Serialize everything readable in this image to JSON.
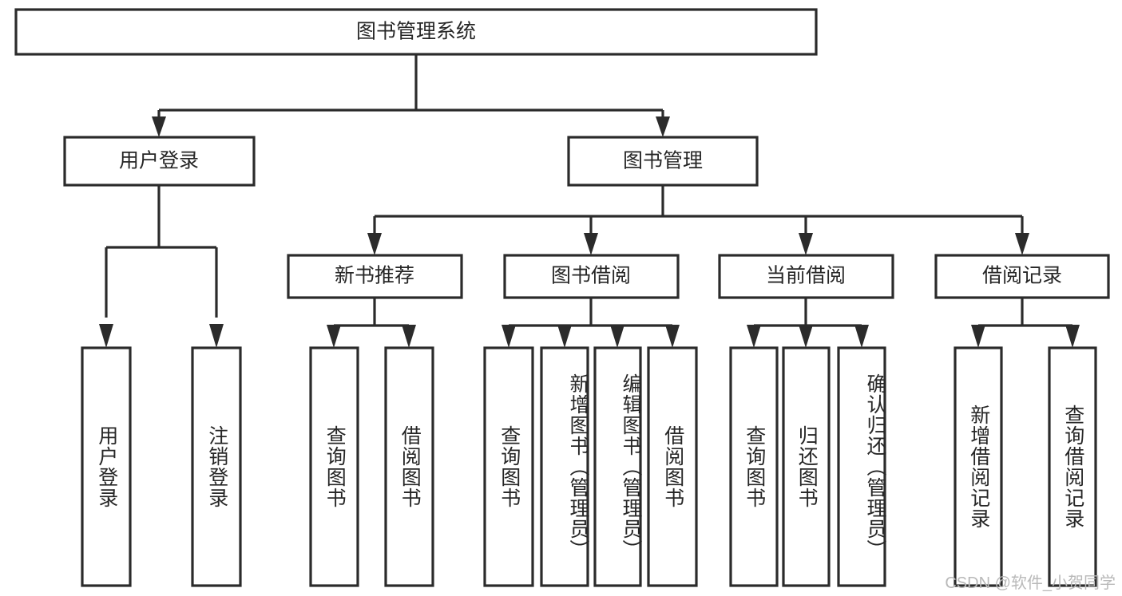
{
  "diagram": {
    "type": "tree",
    "title": "图书管理系统",
    "watermark": "CSDN @软件_小贺同学",
    "colors": {
      "stroke": "#2b2b2b",
      "box_fill": "#ffffff",
      "text": "#262626",
      "background": "#ffffff",
      "watermark": "#b9b9b9"
    },
    "levels": {
      "root": {
        "label": "图书管理系统"
      },
      "level1": [
        {
          "id": "user-login",
          "label": "用户登录"
        },
        {
          "id": "book-manage",
          "label": "图书管理"
        }
      ],
      "level2": [
        {
          "id": "new-book-rec",
          "label": "新书推荐",
          "parent": "book-manage"
        },
        {
          "id": "book-borrow",
          "label": "图书借阅",
          "parent": "book-manage"
        },
        {
          "id": "current-borrow",
          "label": "当前借阅",
          "parent": "book-manage"
        },
        {
          "id": "borrow-record",
          "label": "借阅记录",
          "parent": "book-manage"
        }
      ],
      "leaves": [
        {
          "id": "leaf-user-login",
          "label": "用户登录",
          "parent": "user-login"
        },
        {
          "id": "leaf-logout",
          "label": "注销登录",
          "parent": "user-login"
        },
        {
          "id": "leaf-query-book-1",
          "label": "查询图书",
          "parent": "new-book-rec"
        },
        {
          "id": "leaf-borrow-book-1",
          "label": "借阅图书",
          "parent": "new-book-rec"
        },
        {
          "id": "leaf-query-book-2",
          "label": "查询图书",
          "parent": "book-borrow"
        },
        {
          "id": "leaf-add-book",
          "label": "新增图书（管理员）",
          "parent": "book-borrow"
        },
        {
          "id": "leaf-edit-book",
          "label": "编辑图书（管理员）",
          "parent": "book-borrow"
        },
        {
          "id": "leaf-borrow-book-2",
          "label": "借阅图书",
          "parent": "book-borrow"
        },
        {
          "id": "leaf-query-book-3",
          "label": "查询图书",
          "parent": "current-borrow"
        },
        {
          "id": "leaf-return-book",
          "label": "归还图书",
          "parent": "current-borrow"
        },
        {
          "id": "leaf-confirm-return",
          "label": "确认归还（管理员）",
          "parent": "current-borrow"
        },
        {
          "id": "leaf-add-record",
          "label": "新增借阅记录",
          "parent": "borrow-record"
        },
        {
          "id": "leaf-query-record",
          "label": "查询借阅记录",
          "parent": "borrow-record"
        }
      ]
    }
  }
}
